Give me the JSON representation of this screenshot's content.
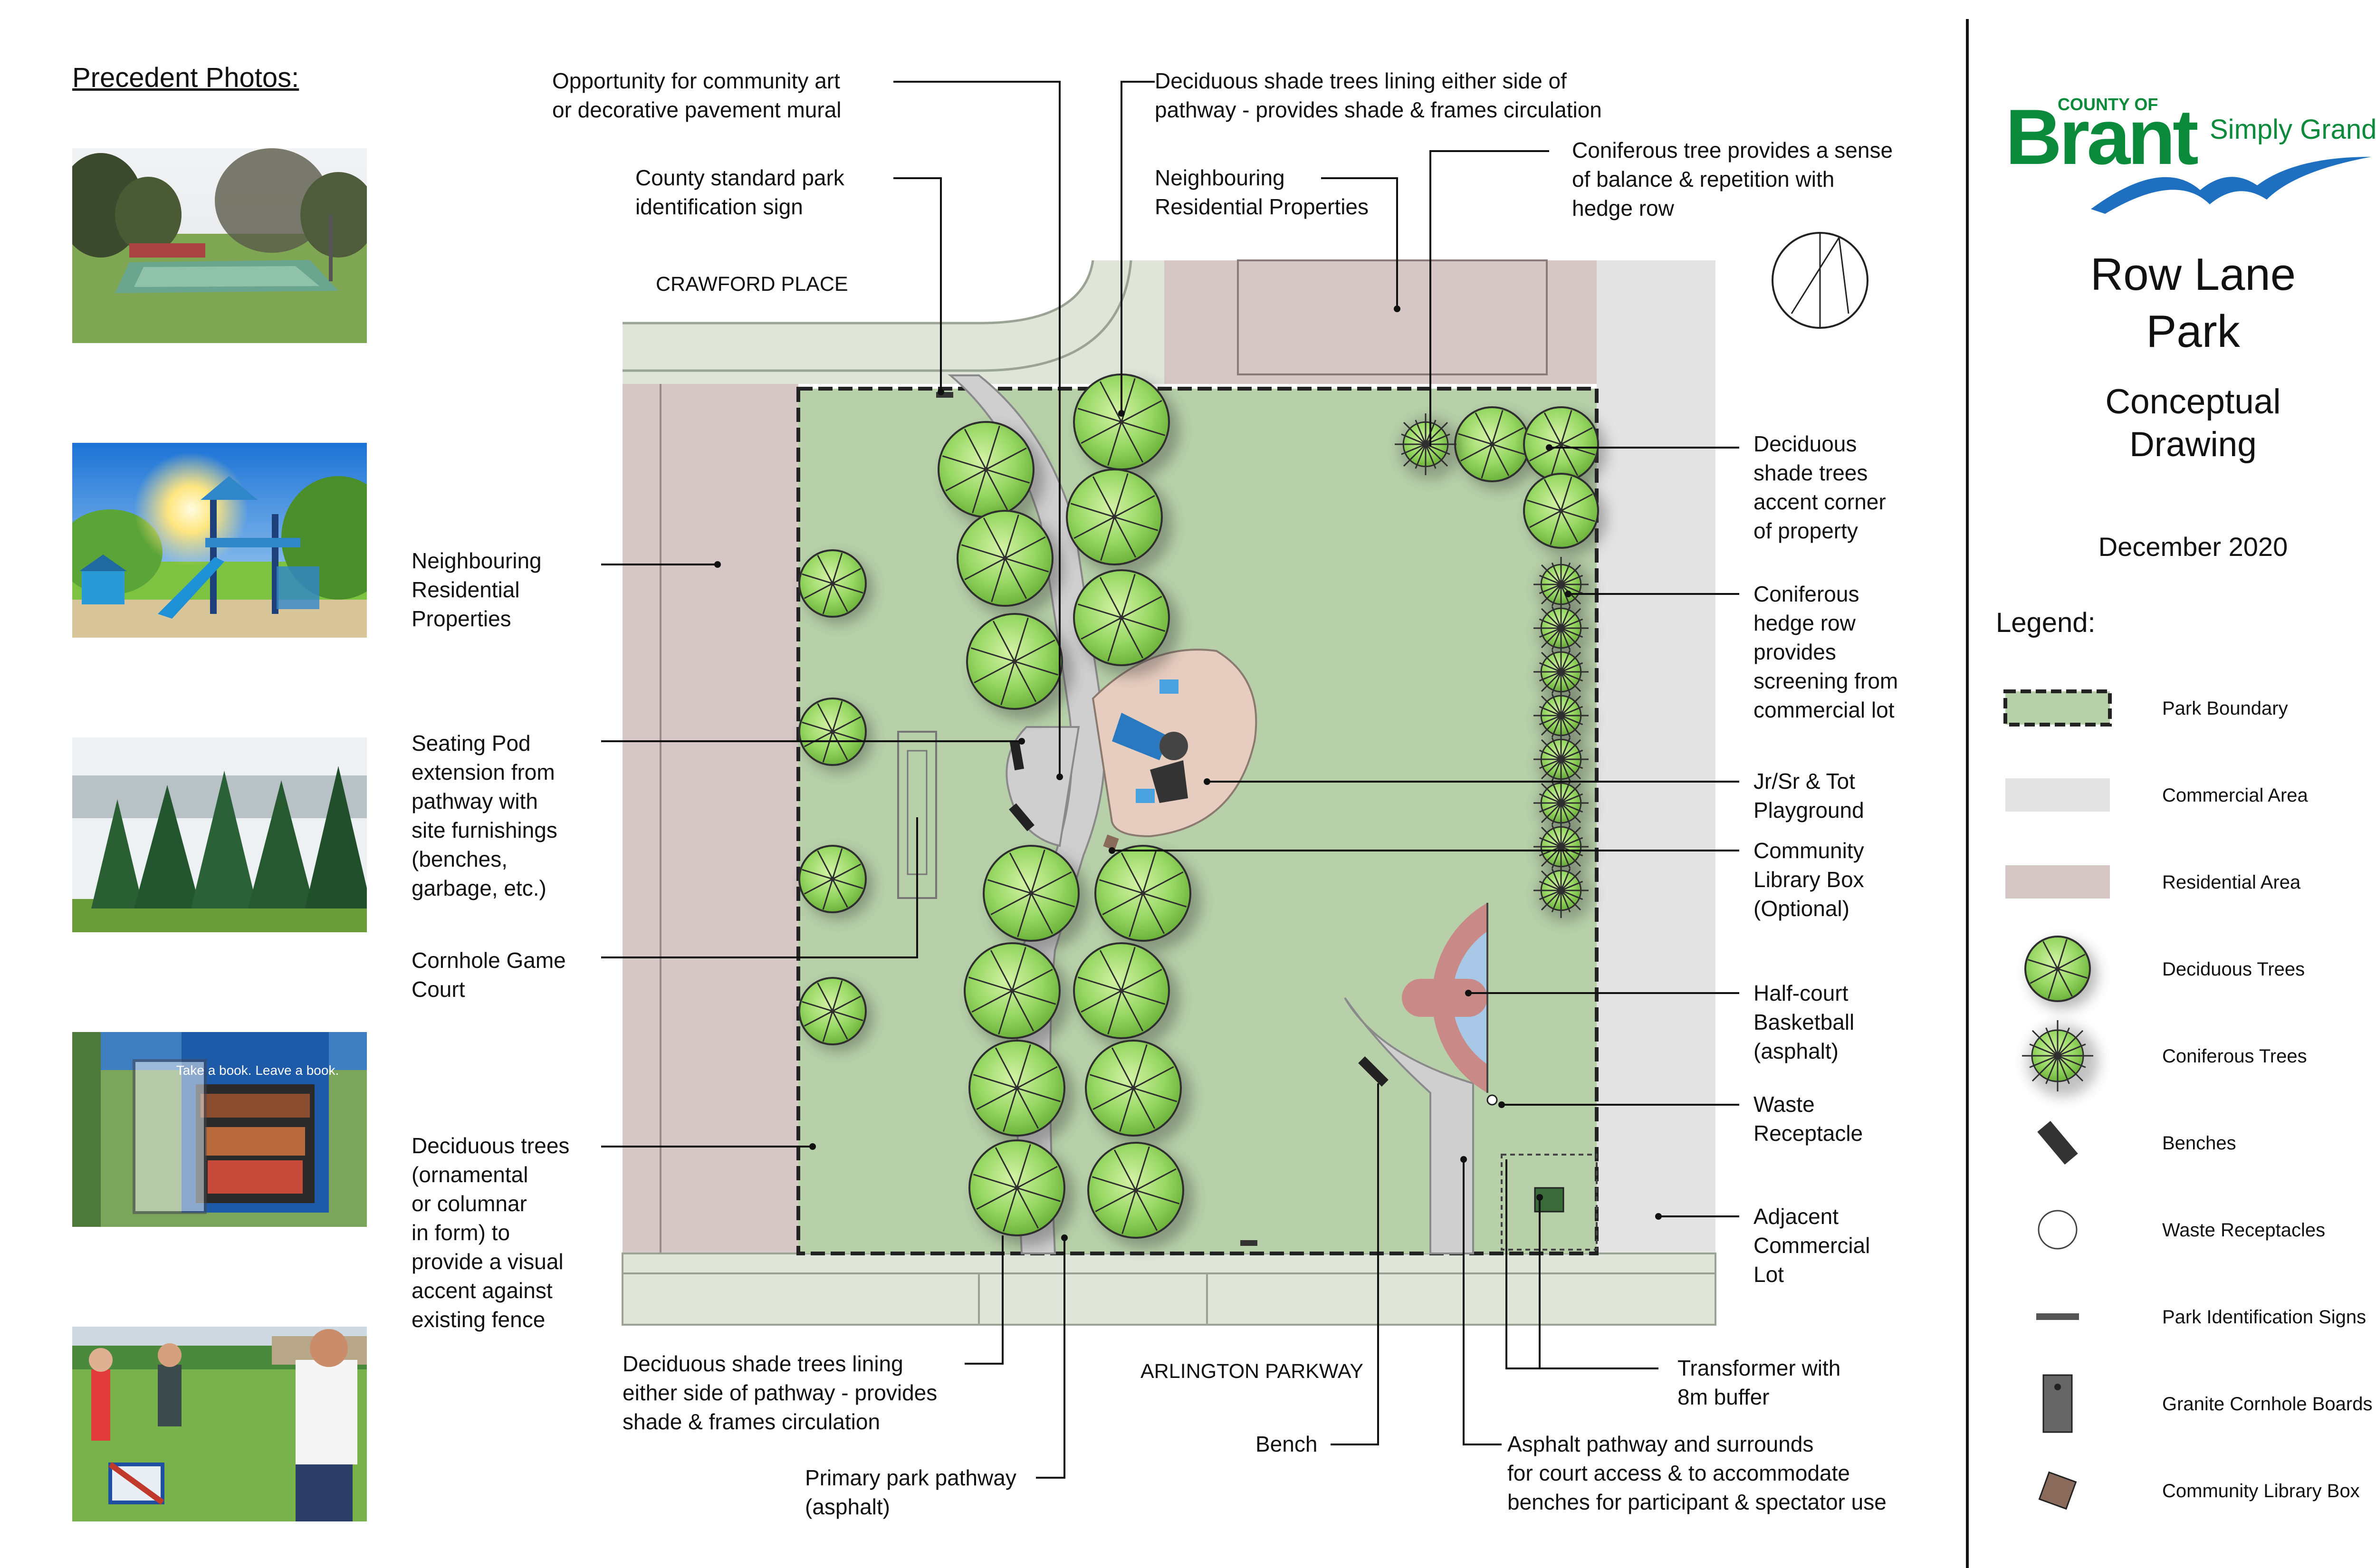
{
  "precedent_photos": {
    "heading": "Precedent Photos:",
    "photos": [
      {
        "icon": "splash-pad-photo"
      },
      {
        "icon": "playground-photo"
      },
      {
        "icon": "coniferous-trees-photo"
      },
      {
        "icon": "library-box-photo",
        "sign_text": "Take a book. Leave a book."
      },
      {
        "icon": "cornhole-photo"
      }
    ]
  },
  "streets": {
    "north": "CRAWFORD PLACE",
    "south": "ARLINGTON PARKWAY"
  },
  "callouts": {
    "community_art": [
      "Opportunity for community art",
      "or decorative pavement mural"
    ],
    "park_sign": [
      "County standard park",
      "identification sign"
    ],
    "shade_trees_top": [
      "Deciduous shade trees lining either side of",
      "pathway - provides shade & frames circulation"
    ],
    "neighbouring_top": [
      "Neighbouring",
      "Residential Properties"
    ],
    "coniferous_tree": [
      "Coniferous tree provides a sense",
      "of balance & repetition with",
      "hedge row"
    ],
    "neighbouring_left": [
      "Neighbouring",
      "Residential",
      "Properties"
    ],
    "seating_pod": [
      "Seating Pod",
      "extension from",
      "pathway with",
      "site furnishings",
      "(benches,",
      "garbage, etc.)"
    ],
    "cornhole": [
      "Cornhole Game",
      "Court"
    ],
    "ornamental_trees": [
      "Deciduous trees",
      "(ornamental",
      "or columnar",
      "in form) to",
      "provide a visual",
      "accent against",
      "existing fence"
    ],
    "corner_trees": [
      "Deciduous",
      "shade trees",
      "accent corner",
      "of property"
    ],
    "hedge_row": [
      "Coniferous",
      "hedge row",
      "provides",
      "screening from",
      "commercial lot"
    ],
    "playground": [
      "Jr/Sr & Tot",
      "Playground"
    ],
    "library_box": [
      "Community",
      "Library Box",
      "(Optional)"
    ],
    "basketball": [
      "Half-court",
      "Basketball",
      "(asphalt)"
    ],
    "waste": [
      "Waste",
      "Receptacle"
    ],
    "commercial_lot": [
      "Adjacent",
      "Commercial",
      "Lot"
    ],
    "shade_trees_bottom": [
      "Deciduous shade trees lining",
      "either side of pathway - provides",
      "shade & frames circulation"
    ],
    "primary_pathway": [
      "Primary park pathway",
      "(asphalt)"
    ],
    "bench": [
      "Bench"
    ],
    "transformer": [
      "Transformer with",
      "8m buffer"
    ],
    "asphalt_pathway": [
      "Asphalt pathway and surrounds",
      "for court access & to accommodate",
      "benches for participant & spectator use"
    ]
  },
  "title_block": {
    "logo": {
      "county_of": "COUNTY OF",
      "name": "Brant",
      "tagline": "Simply Grand"
    },
    "park_name": [
      "Row Lane",
      "Park"
    ],
    "drawing_type": [
      "Conceptual",
      "Drawing"
    ],
    "date": "December 2020",
    "legend_heading": "Legend:",
    "legend_items": [
      {
        "symbol": "park-boundary",
        "label": "Park Boundary"
      },
      {
        "symbol": "commercial-area",
        "label": "Commercial Area"
      },
      {
        "symbol": "residential-area",
        "label": "Residential Area"
      },
      {
        "symbol": "deciduous-tree",
        "label": "Deciduous Trees"
      },
      {
        "symbol": "coniferous-tree",
        "label": "Coniferous Trees"
      },
      {
        "symbol": "bench",
        "label": "Benches"
      },
      {
        "symbol": "waste-receptacle",
        "label": "Waste Receptacles"
      },
      {
        "symbol": "park-sign",
        "label": "Park Identification Signs"
      },
      {
        "symbol": "cornhole-board",
        "label": "Granite Cornhole Boards"
      },
      {
        "symbol": "library-box",
        "label": "Community Library Box"
      }
    ]
  },
  "colors": {
    "park_green": "#b7d0a9",
    "commercial_grey": "#e3e3e3",
    "residential_mauve": "#d6c6c6",
    "tree_green": "#8fd45c",
    "brant_green": "#0b8a3b",
    "brant_blue": "#1f6fc0",
    "path_grey": "#cfcfcf",
    "playground_tan": "#e6cdbf",
    "court_blue": "#a9c7e6",
    "court_red": "#c98a87"
  }
}
